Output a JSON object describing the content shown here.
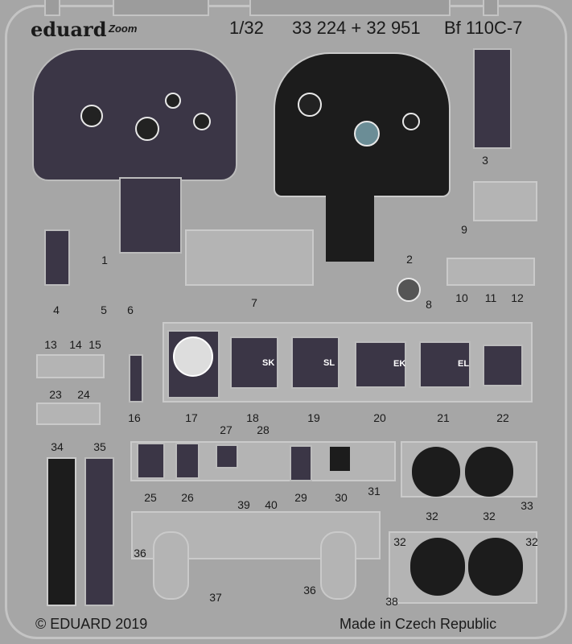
{
  "header": {
    "brand": "eduard",
    "brand_sub": "Zoom",
    "scale": "1/32",
    "set_numbers": "33 224 + 32 951",
    "model": "Bf 110C-7"
  },
  "footer": {
    "copyright": "© EDUARD 2019",
    "origin": "Made in Czech Republic"
  },
  "panel_labels": {
    "sk": "SK",
    "sl": "SL",
    "ek": "EK",
    "el": "EL"
  },
  "parts": [
    "1",
    "2",
    "3",
    "4",
    "5",
    "6",
    "7",
    "8",
    "9",
    "10",
    "11",
    "12",
    "13",
    "14",
    "15",
    "16",
    "17",
    "18",
    "19",
    "20",
    "21",
    "22",
    "23",
    "24",
    "25",
    "26",
    "27",
    "28",
    "29",
    "30",
    "31",
    "32",
    "32",
    "33",
    "32",
    "32",
    "34",
    "35",
    "36",
    "36",
    "37",
    "38",
    "39",
    "40"
  ],
  "colors": {
    "fret": "#a6a6a6",
    "dark_panel": "#3b3646",
    "black_panel": "#1c1c1c"
  }
}
